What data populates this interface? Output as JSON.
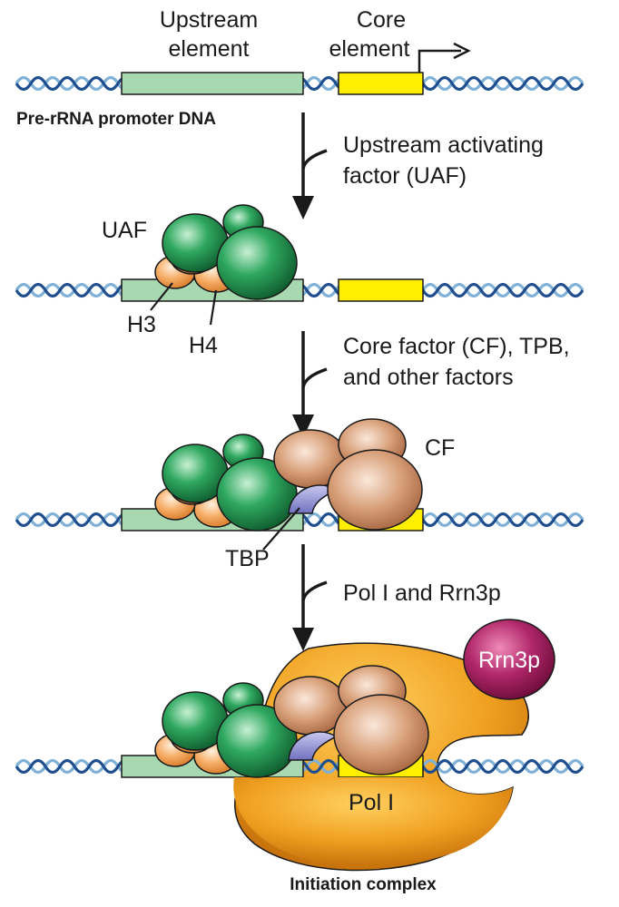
{
  "labels": {
    "upstream_element_line1": "Upstream",
    "upstream_element_line2": "element",
    "core_element_line1": "Core",
    "core_element_line2": "element",
    "promoter_dna": "Pre-rRNA promoter DNA",
    "step1_line1": "Upstream activating",
    "step1_line2": "factor (UAF)",
    "uaf": "UAF",
    "h3": "H3",
    "h4": "H4",
    "step2_line1": "Core factor (CF), TPB,",
    "step2_line2": "and other factors",
    "cf": "CF",
    "tbp": "TBP",
    "step3": "Pol I and Rrn3p",
    "rrn3p": "Rrn3p",
    "pol1": "Pol I",
    "initiation_complex": "Initiation complex"
  },
  "colors": {
    "upstream_element": "#a8d8b0",
    "core_element": "#ffee00",
    "uaf_green": "#1e8a4a",
    "histone_orange": "#f5a860",
    "cf_tan": "#c98a60",
    "tbp_lavender": "#8f8fd0",
    "pol1_orange": "#f0a020",
    "rrn3p_magenta": "#a01858",
    "dna_blue": "#2a5a9a"
  }
}
